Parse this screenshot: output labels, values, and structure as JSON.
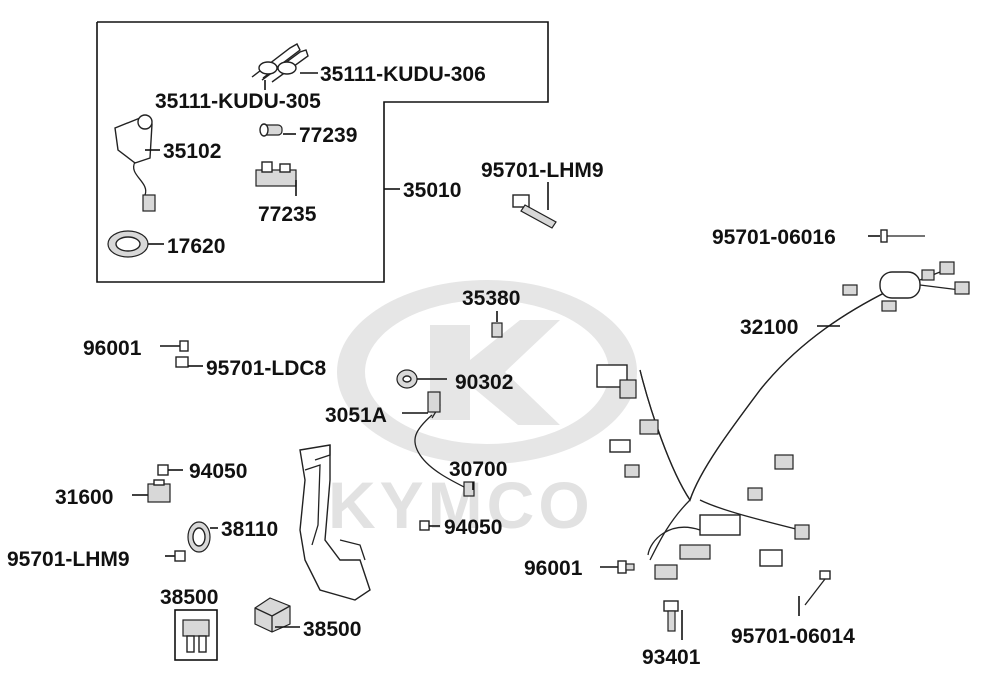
{
  "watermark": {
    "brand_text": "KYMCO"
  },
  "labels": {
    "p35111_306": "35111-KUDU-306",
    "p35111_305": "35111-KUDU-305",
    "p35102": "35102",
    "p77239": "77239",
    "p77235": "77235",
    "p35010": "35010",
    "p17620": "17620",
    "p95701_lhm9_top": "95701-LHM9",
    "p95701_06016": "95701-06016",
    "p32100": "32100",
    "p35380": "35380",
    "p96001_left": "96001",
    "p95701_ldc8": "95701-LDC8",
    "p90302": "90302",
    "p3051a": "3051A",
    "p30700": "30700",
    "p94050_top": "94050",
    "p31600": "31600",
    "p38110": "38110",
    "p94050_bottom": "94050",
    "p95701_lhm9_bottom": "95701-LHM9",
    "p38500_top": "38500",
    "p38500_right": "38500",
    "p96001_right": "96001",
    "p93401": "93401",
    "p95701_06014": "95701-06014"
  }
}
